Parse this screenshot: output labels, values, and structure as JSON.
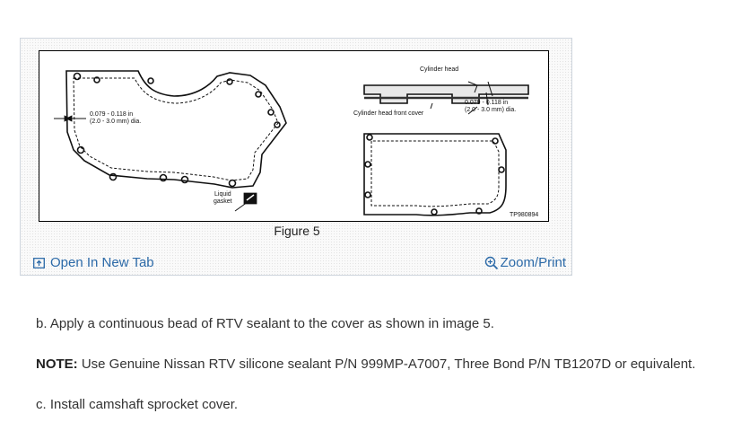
{
  "figure": {
    "caption": "Figure 5",
    "labels": {
      "left_dim_line1": "0.079 - 0.118 in",
      "left_dim_line2": "(2.0 - 3.0 mm) dia.",
      "liquid_gasket_line1": "Liquid",
      "liquid_gasket_line2": "gasket",
      "cylinder_head": "Cylinder head",
      "cylinder_head_front_cover": "Cylinder head front cover",
      "right_dim_line1": "0.079 - 0.118 in",
      "right_dim_line2": "(2.0 - 3.0 mm) dia.",
      "ref_code": "TP980894"
    }
  },
  "actions": {
    "open_new_tab": "Open In New Tab",
    "zoom_print": "Zoom/Print"
  },
  "steps": {
    "step_b": "b. Apply a continuous bead of RTV sealant to the cover as shown in image 5.",
    "note_label": "NOTE:",
    "note_text": " Use Genuine Nissan RTV silicone sealant P/N 999MP-A7007, Three Bond P/N TB1207D or equivalent.",
    "step_c": "c. Install camshaft sprocket cover."
  },
  "colors": {
    "link": "#2c6aa8",
    "text": "#333333",
    "card_border": "#cfd6de"
  }
}
